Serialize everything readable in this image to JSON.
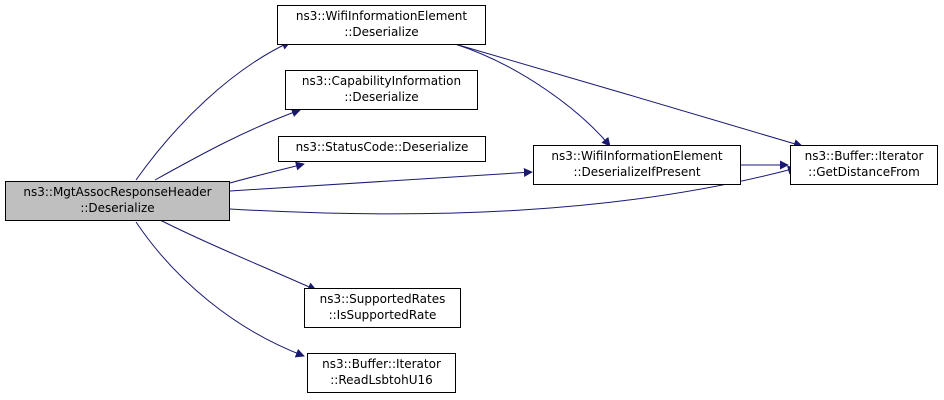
{
  "colors": {
    "edge": "#191970",
    "root_fill": "#bfbfbf",
    "node_fill": "#ffffff",
    "border": "#000000"
  },
  "nodes": {
    "root": {
      "line1": "ns3::MgtAssocResponseHeader",
      "line2": "::Deserialize"
    },
    "wifi_deserialize": {
      "line1": "ns3::WifiInformationElement",
      "line2": "::Deserialize"
    },
    "capability": {
      "line1": "ns3::CapabilityInformation",
      "line2": "::Deserialize"
    },
    "status": {
      "line1": "ns3::StatusCode::Deserialize"
    },
    "wifi_if_present": {
      "line1": "ns3::WifiInformationElement",
      "line2": "::DeserializeIfPresent"
    },
    "get_distance": {
      "line1": "ns3::Buffer::Iterator",
      "line2": "::GetDistanceFrom"
    },
    "supported_rates": {
      "line1": "ns3::SupportedRates",
      "line2": "::IsSupportedRate"
    },
    "read_lsb": {
      "line1": "ns3::Buffer::Iterator",
      "line2": "::ReadLsbtohU16"
    }
  }
}
